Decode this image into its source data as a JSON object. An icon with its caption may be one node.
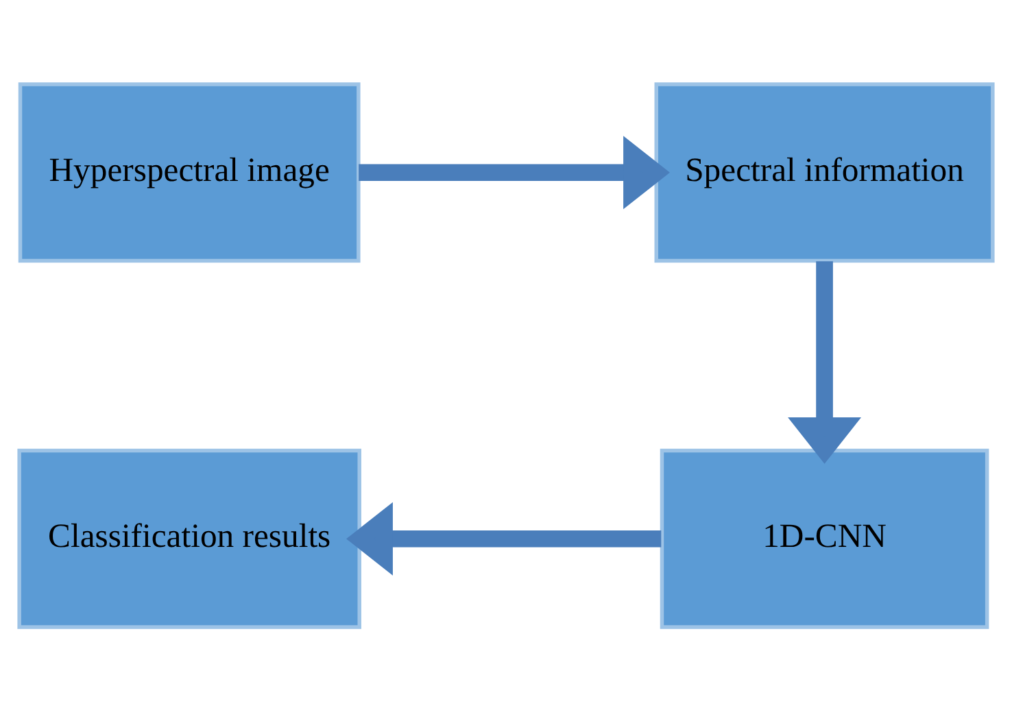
{
  "diagram": {
    "nodes": [
      {
        "text": [
          "Hyperspectral image"
        ]
      },
      {
        "text": [
          "Spectral information"
        ]
      },
      {
        "text": [
          "1D-CNN"
        ]
      },
      {
        "text": [
          "Classification results"
        ]
      }
    ],
    "edges": [
      {
        "from": 0,
        "to": 1,
        "arrow": "to"
      },
      {
        "from": 1,
        "to": 2,
        "arrow": "to"
      },
      {
        "from": 2,
        "to": 3,
        "arrow": "to"
      }
    ]
  }
}
